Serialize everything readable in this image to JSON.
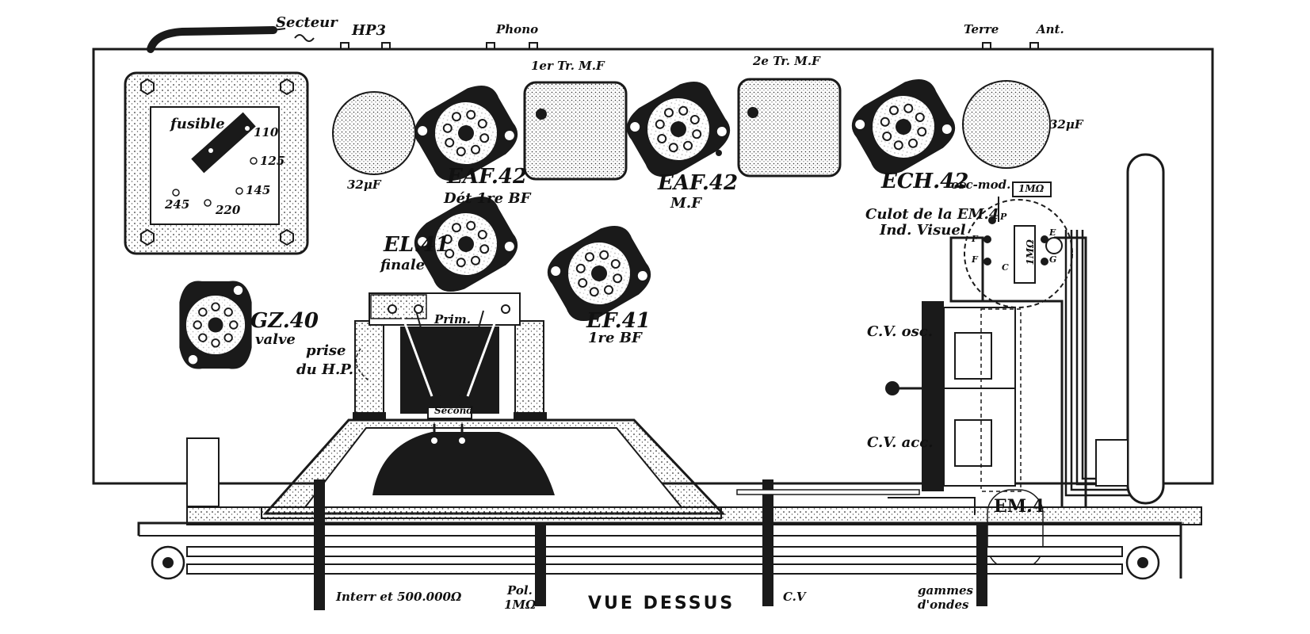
{
  "labels": {
    "secteur": "Secteur",
    "hp3": "HP3",
    "phono": "Phono",
    "terre": "Terre",
    "ant": "Ant.",
    "tr_mf_1": "1er Tr. M.F",
    "tr_mf_2": "2e Tr. M.F",
    "fusible": "fusible",
    "v110": "110",
    "v125": "125",
    "v145": "145",
    "v245": "245",
    "v220": "220",
    "cap1": "32μF",
    "cap2": "32μF",
    "eaf42_a": "EAF.42",
    "eaf42_a_sub": "Dét 1re BF",
    "eaf42_b": "EAF.42",
    "eaf42_b_sub": "M.F",
    "ech42": "ECH.42",
    "ech42_sub": "osc-mod.",
    "el41": "EL.41",
    "el41_sub": "finale",
    "ef41": "EF.41",
    "ef41_sub": "1re BF",
    "gz40": "GZ.40",
    "gz40_sub": "valve",
    "prise1": "prise",
    "prise2": "du H.P.",
    "prim": "Prim.",
    "second": "Second",
    "culot": "Culot de la EM.4",
    "ind_visuel": "Ind. Visuel",
    "res_1m": "1MΩ",
    "res_1m_b": "1MΩ",
    "cv_osc": "C.V. osc.",
    "cv_acc": "C.V. acc.",
    "em4": "EM.4",
    "interr": "Interr et 500.000Ω",
    "pol1": "Pol.",
    "pol2": "1MΩ",
    "vue_dessus": "VUE DESSUS",
    "cv": "C.V",
    "gammes1": "gammes",
    "gammes2": "d'ondes",
    "pin_p": "P",
    "pin_f1": "F",
    "pin_f2": "F",
    "pin_c": "C",
    "pin_e": "E",
    "pin_g": "G"
  },
  "colors": {
    "ink": "#1a1a1a",
    "paper": "#ffffff",
    "stipple": "#3a3a3a"
  }
}
